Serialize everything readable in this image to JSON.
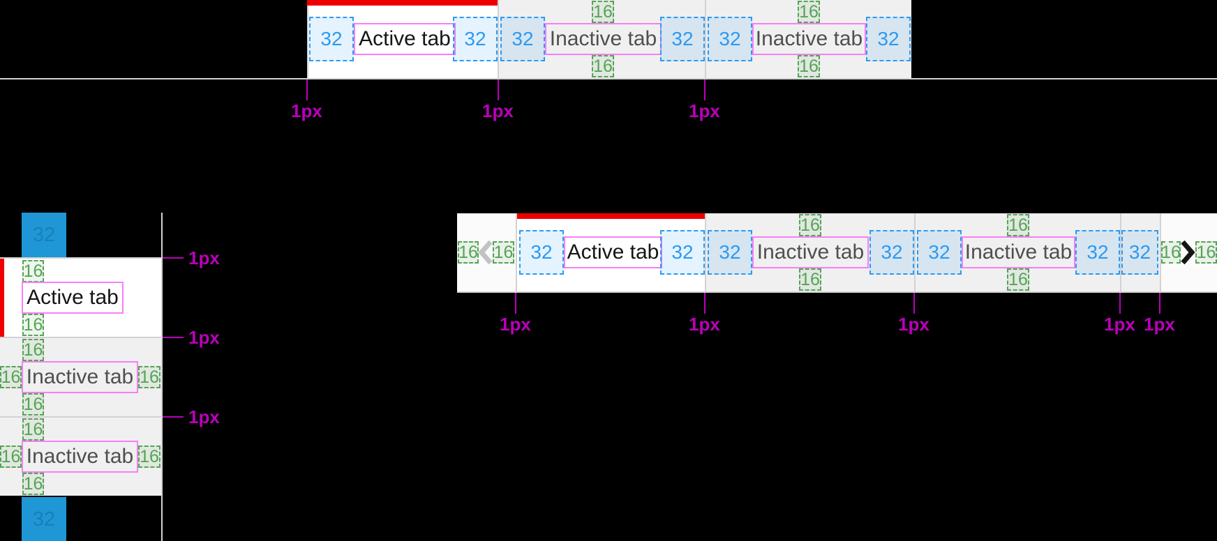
{
  "annotations": {
    "size_32": "32",
    "size_16": "16",
    "border_width": "1px"
  },
  "colors": {
    "background": "#000000",
    "accent_red": "#ee0000",
    "annotation_blue": "#2b9af3",
    "annotation_green": "#56a356",
    "annotation_pink": "#f87ef8",
    "annotation_magenta": "#bb00bb",
    "divider_gray": "#d2d2d2",
    "active_tab_bg": "#ffffff",
    "inactive_tab_bg": "#f0f0f0",
    "solid_blue_block": "#1f97d6",
    "chevron_disabled": "#c2c2c2",
    "chevron_enabled": "#151515",
    "active_text": "#151515",
    "inactive_text": "#4f4f4f"
  },
  "top_bar": {
    "tabs": [
      {
        "label": "Active tab",
        "state": "active"
      },
      {
        "label": "Inactive tab",
        "state": "inactive"
      },
      {
        "label": "Inactive tab",
        "state": "inactive"
      }
    ],
    "border_labels": [
      "1px",
      "1px",
      "1px"
    ]
  },
  "vertical_stack": {
    "spacer_size": "32",
    "tabs": [
      {
        "label": "Active tab",
        "state": "active"
      },
      {
        "label": "Inactive tab",
        "state": "inactive"
      },
      {
        "label": "Inactive tab",
        "state": "inactive"
      }
    ],
    "border_labels": [
      "1px",
      "1px",
      "1px"
    ]
  },
  "scrollable_bar": {
    "scroll_left": {
      "chevron": "left",
      "state": "disabled"
    },
    "scroll_right": {
      "chevron": "right",
      "state": "enabled"
    },
    "tabs": [
      {
        "label": "Active tab",
        "state": "active"
      },
      {
        "label": "Inactive tab",
        "state": "inactive"
      },
      {
        "label": "Inactive tab",
        "state": "inactive"
      }
    ],
    "border_labels": [
      "1px",
      "1px",
      "1px",
      "1px",
      "1px"
    ]
  }
}
